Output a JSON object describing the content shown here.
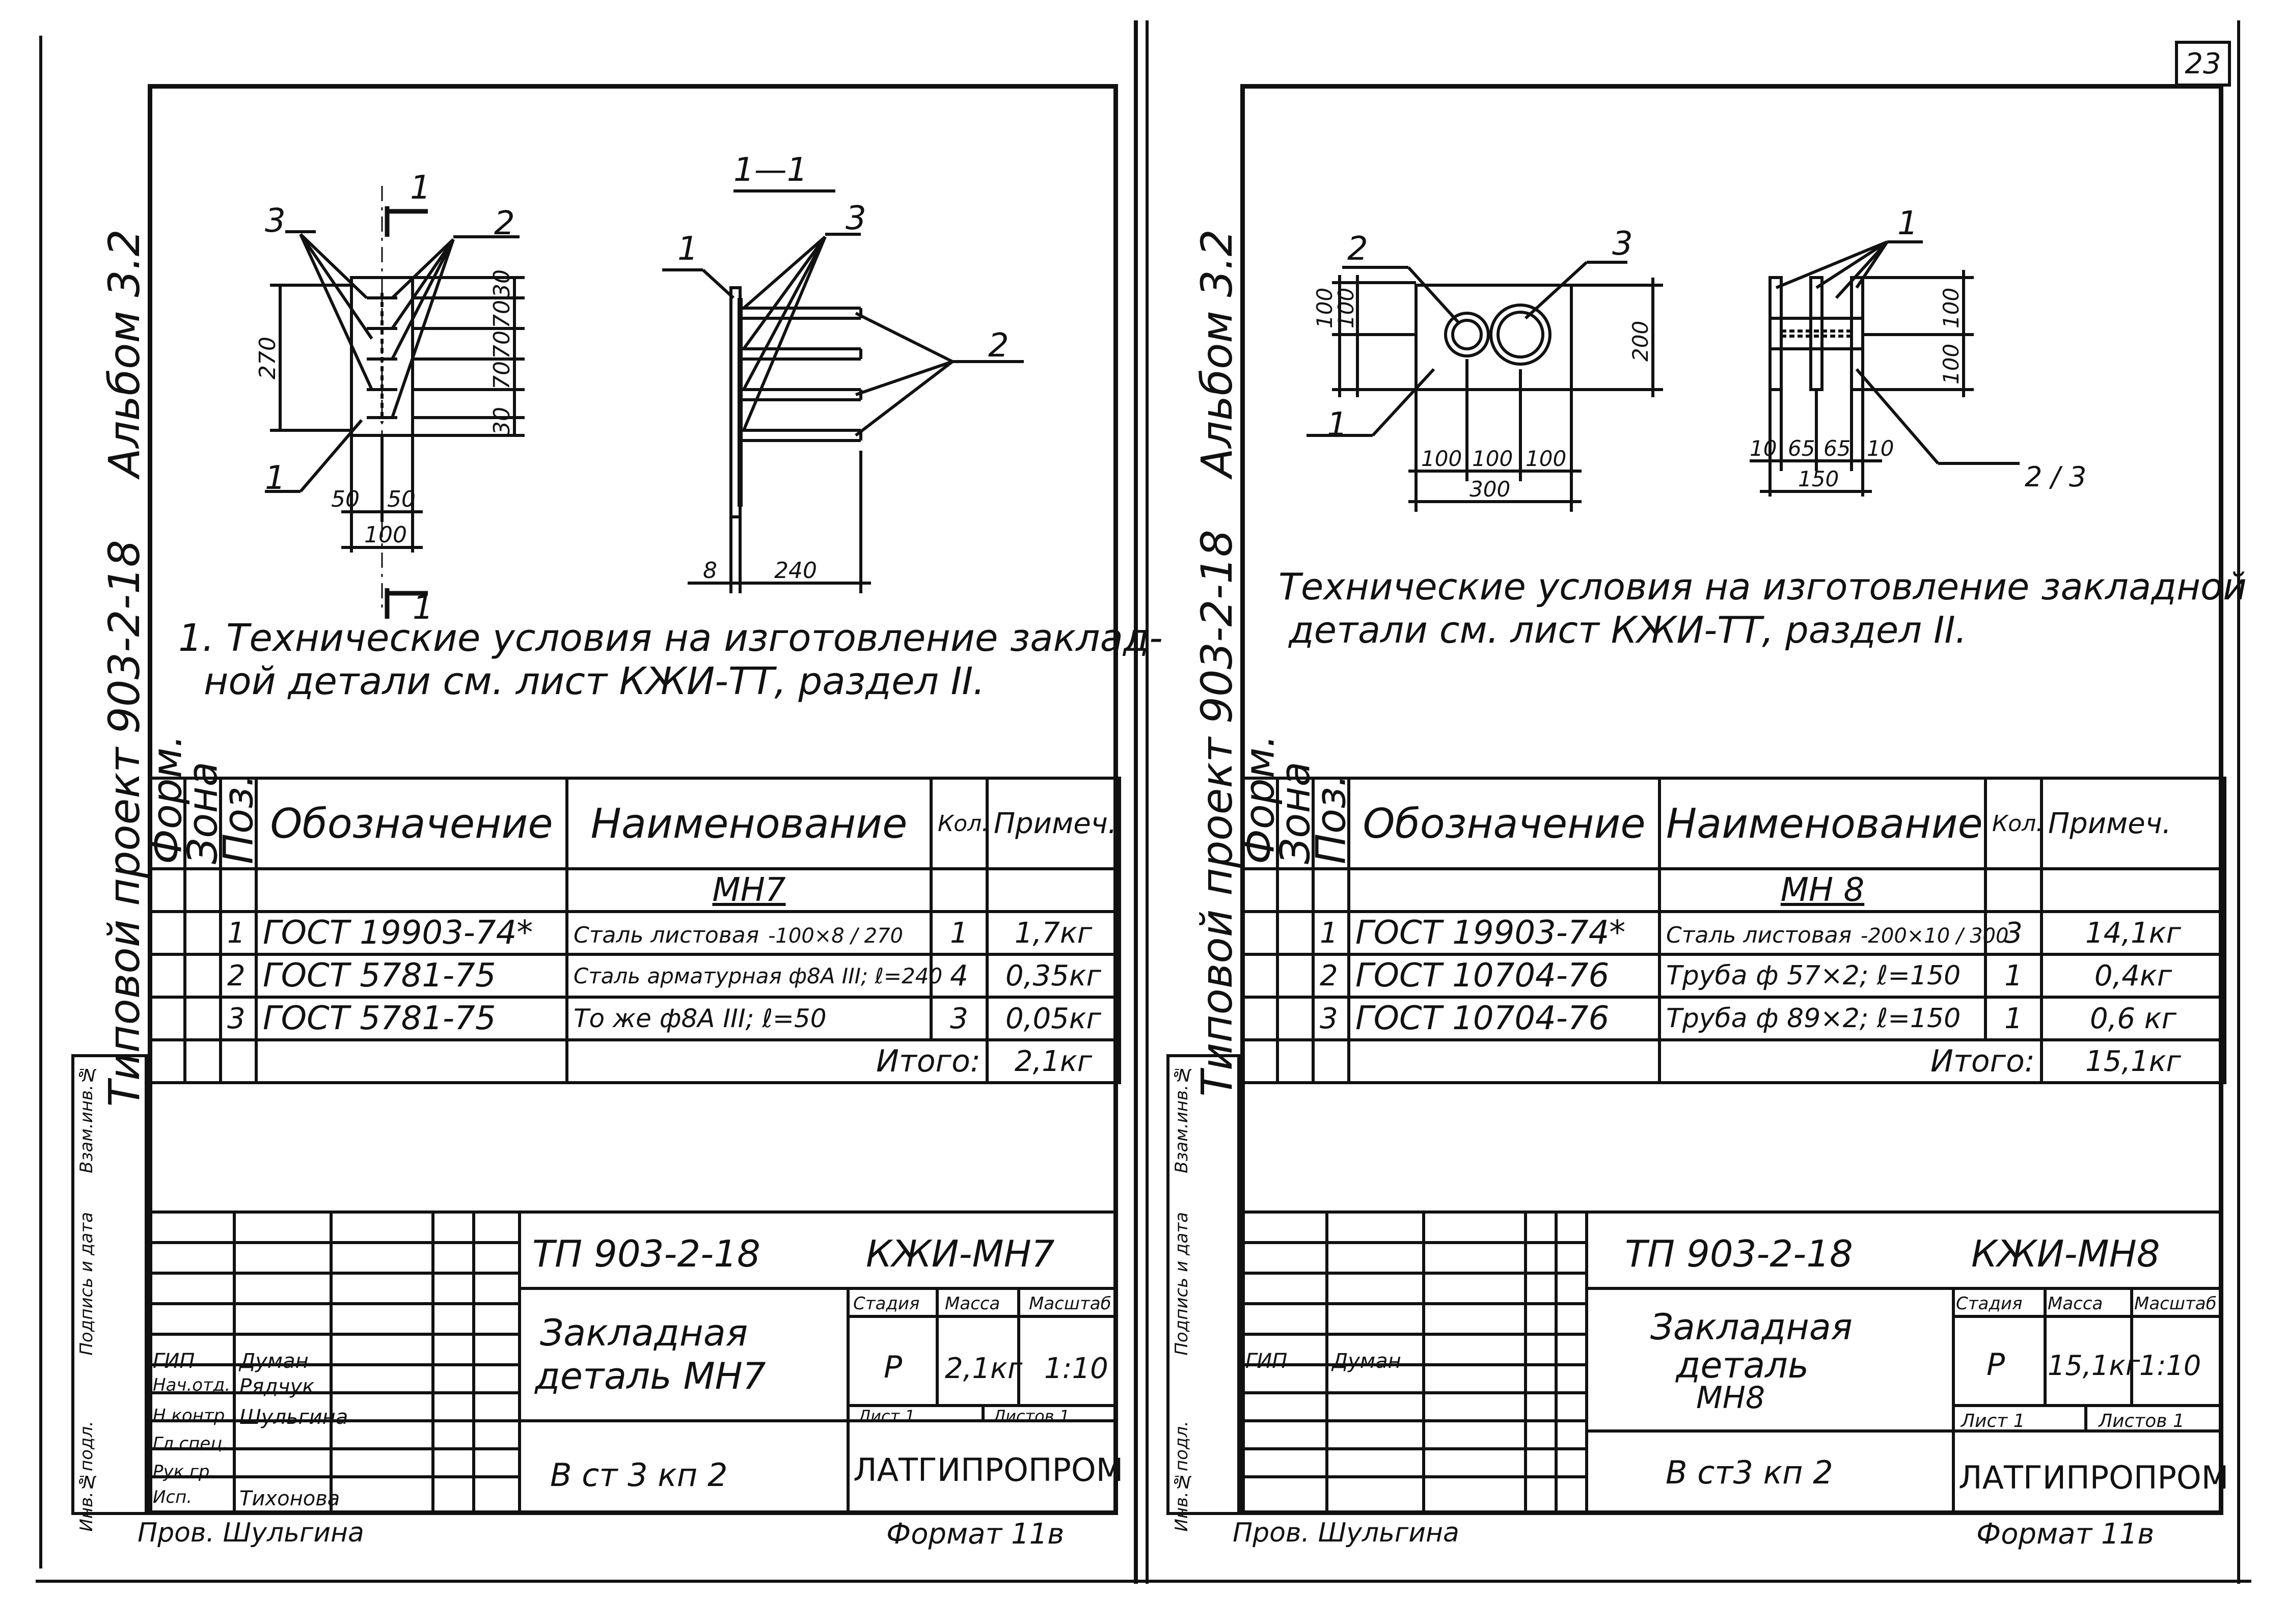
{
  "page_number": "23",
  "sheets": [
    {
      "album": "Альбом 3.2",
      "project": "Типовой проект 903-2-18",
      "side_labels": [
        "Инв.№подл.",
        "Подпись и дата",
        "Взам.инв.№"
      ],
      "section_label": "1—1",
      "cut_mark": "1",
      "callouts": {
        "n1": "1",
        "n2": "2",
        "n3": "3"
      },
      "dims": {
        "d270": "270",
        "d30a": "30",
        "d70a": "70",
        "d70b": "70",
        "d70c": "70",
        "d30b": "30",
        "d50a": "50",
        "d50b": "50",
        "d100": "100",
        "d8": "8",
        "d240": "240"
      },
      "note": [
        "1. Технические условия на изготовление заклад-",
        "ной детали см. лист КЖИ-ТТ, раздел II."
      ],
      "spec_headers": {
        "form": "Форм.",
        "zone": "Зона",
        "pos": "Поз.",
        "designation": "Обозначение",
        "name": "Наименование",
        "qty": "Кол.",
        "note": "Примеч."
      },
      "part_title": "МН7",
      "rows": [
        {
          "pos": "1",
          "designation": "ГОСТ 19903-74*",
          "name": "Сталь листовая",
          "spec": "-100×8 / 270",
          "qty": "1",
          "note": "1,7кг"
        },
        {
          "pos": "2",
          "designation": "ГОСТ 5781-75",
          "name": "Сталь арматурная ф8А III; ℓ=240",
          "spec": "",
          "qty": "4",
          "note": "0,35кг"
        },
        {
          "pos": "3",
          "designation": "ГОСТ 5781-75",
          "name": "То же ф8А III; ℓ=50",
          "spec": "",
          "qty": "3",
          "note": "0,05кг"
        }
      ],
      "total_label": "Итого:",
      "total_value": "2,1кг",
      "title_block": {
        "project_code": "ТП 903-2-18",
        "sheet_code": "КЖИ-МН7",
        "title": [
          "Закладная",
          "деталь МН7"
        ],
        "material": "В ст 3 кп 2",
        "stage_label": "Стадия",
        "mass_label": "Масса",
        "scale_label": "Масштаб",
        "stage": "Р",
        "mass": "2,1кг",
        "scale": "1:10",
        "sheet_label": "Лист 1",
        "sheets_label": "Листов 1",
        "org": "ЛАТГИПРОПРОМ",
        "staff": [
          {
            "role": "ГИП",
            "name": "Думан"
          },
          {
            "role": "Нач.отд.",
            "name": "Рядчук"
          },
          {
            "role": "Н.контр.",
            "name": "Шульгина"
          },
          {
            "role": "Гл.спец.",
            "name": ""
          },
          {
            "role": "Рук.гр.",
            "name": ""
          },
          {
            "role": "Исп.",
            "name": "Тихонова"
          }
        ],
        "checked_by": "Пров. Шульгина",
        "format": "Формат 11в"
      }
    },
    {
      "album": "Альбом 3.2",
      "project": "Типовой проект 903-2-18",
      "side_labels": [
        "Инв.№подл.",
        "Подпись и дата",
        "Взам.инв.№"
      ],
      "callouts": {
        "n1": "1",
        "n2": "2",
        "n3": "3",
        "n23": "2 / 3"
      },
      "dims": {
        "d100a": "100",
        "d100b": "100",
        "d200": "200",
        "d100c": "100",
        "d100d": "100",
        "d100e": "100",
        "d300": "300",
        "d10a": "10",
        "d65a": "65",
        "d65b": "65",
        "d10b": "10",
        "d150": "150",
        "d100f": "100",
        "d100g": "100"
      },
      "note": [
        "Технические условия на изготовление закладной",
        "детали см. лист КЖИ-ТТ, раздел II."
      ],
      "spec_headers": {
        "form": "Форм.",
        "zone": "Зона",
        "pos": "Поз.",
        "designation": "Обозначение",
        "name": "Наименование",
        "qty": "Кол.",
        "note": "Примеч."
      },
      "part_title": "МН 8",
      "rows": [
        {
          "pos": "1",
          "designation": "ГОСТ 19903-74*",
          "name": "Сталь листовая",
          "spec": "-200×10 / 300",
          "qty": "3",
          "note": "14,1кг"
        },
        {
          "pos": "2",
          "designation": "ГОСТ 10704-76",
          "name": "Труба ф 57×2; ℓ=150",
          "spec": "",
          "qty": "1",
          "note": "0,4кг"
        },
        {
          "pos": "3",
          "designation": "ГОСТ 10704-76",
          "name": "Труба ф 89×2; ℓ=150",
          "spec": "",
          "qty": "1",
          "note": "0,6 кг"
        }
      ],
      "total_label": "Итого:",
      "total_value": "15,1кг",
      "title_block": {
        "project_code": "ТП 903-2-18",
        "sheet_code": "КЖИ-МН8",
        "title": [
          "Закладная",
          "деталь",
          "МН8"
        ],
        "material": "В ст3 кп 2",
        "stage_label": "Стадия",
        "mass_label": "Масса",
        "scale_label": "Масштаб",
        "stage": "Р",
        "mass": "15,1кг",
        "scale": "1:10",
        "sheet_label": "Лист 1",
        "sheets_label": "Листов 1",
        "org": "ЛАТГИПРОПРОМ",
        "staff": [
          {
            "role": "ГИП",
            "name": "Думан"
          },
          {
            "role": "",
            "name": ""
          },
          {
            "role": "",
            "name": ""
          },
          {
            "role": "",
            "name": ""
          },
          {
            "role": "",
            "name": ""
          },
          {
            "role": "",
            "name": ""
          }
        ],
        "checked_by": "Пров. Шульгина",
        "format": "Формат 11в"
      }
    }
  ]
}
